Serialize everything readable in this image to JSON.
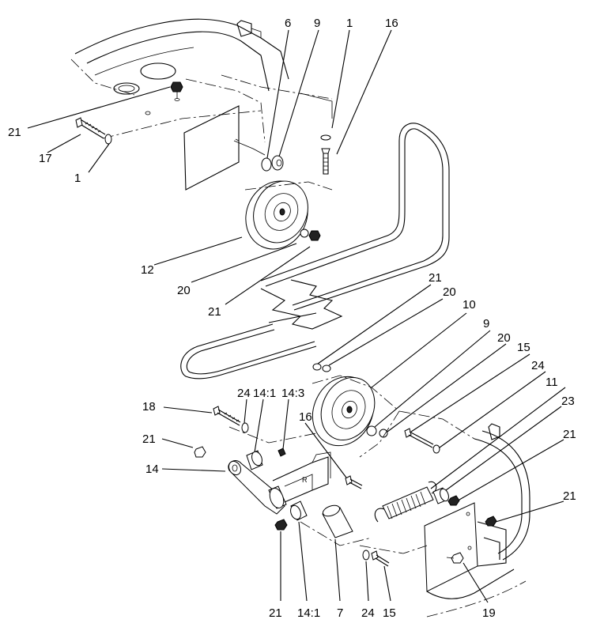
{
  "callouts": {
    "c6": "6",
    "c9a": "9",
    "c1a": "1",
    "c16a": "16",
    "c21a": "21",
    "c17": "17",
    "c1b": "1",
    "c12": "12",
    "c20a": "20",
    "c21b": "21",
    "c21c": "21",
    "c20b": "20",
    "c10": "10",
    "c9b": "9",
    "c20c": "20",
    "c15a": "15",
    "c24a": "24",
    "c11": "11",
    "c23": "23",
    "c21d": "21",
    "c21e": "21",
    "c18": "18",
    "c24b": "24",
    "c141a": "14:1",
    "c143": "14:3",
    "c16b": "16",
    "c21f": "21",
    "c14": "14",
    "c21g": "21",
    "c141b": "14:1",
    "c7": "7",
    "c24c": "24",
    "c15b": "15",
    "c19": "19"
  }
}
